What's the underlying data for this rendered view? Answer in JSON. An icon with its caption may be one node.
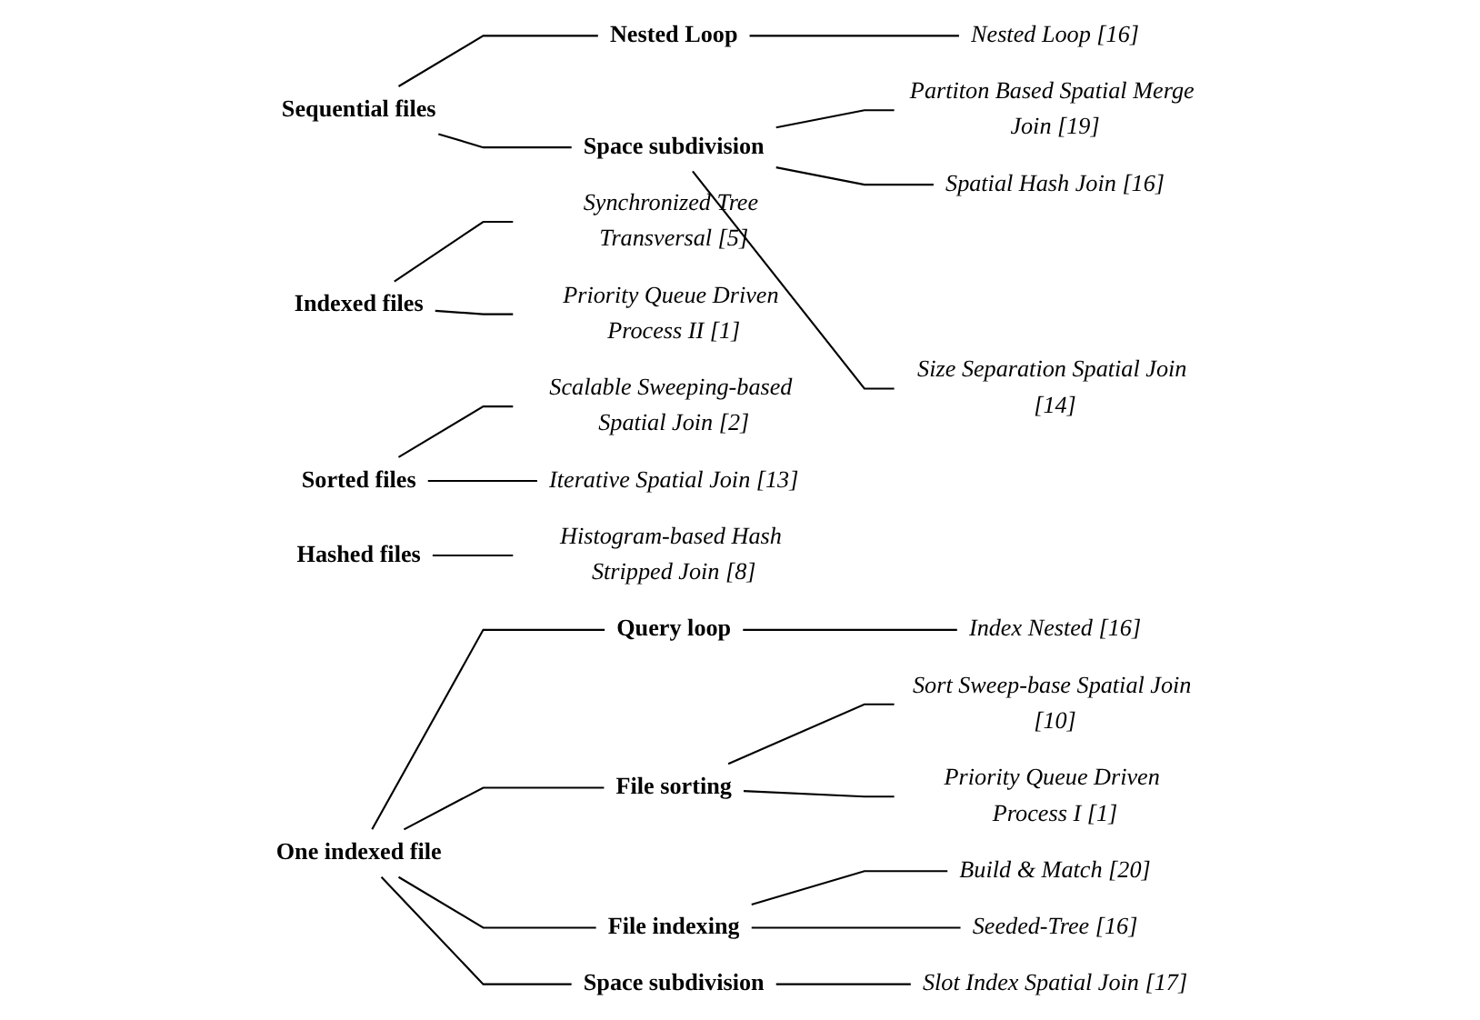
{
  "diagram": {
    "nodes": [
      {
        "text": [
          "Sequential files"
        ]
      },
      {
        "text": [
          "Nested Loop"
        ]
      },
      {
        "text": [
          "Nested Loop [16]"
        ]
      },
      {
        "text": [
          "Space subdivision"
        ]
      },
      {
        "text": [
          "Partiton Based Spatial Merge Join [19]"
        ]
      },
      {
        "text": [
          "Spatial Hash Join [16]"
        ]
      },
      {
        "text": [
          "Size Separation Spatial Join [14]"
        ]
      },
      {
        "text": [
          "Indexed files"
        ]
      },
      {
        "text": [
          "Synchronized Tree Transversal [5]"
        ]
      },
      {
        "text": [
          "Priority Queue Driven Process II [1]"
        ]
      },
      {
        "text": [
          "Sorted files"
        ]
      },
      {
        "text": [
          "Scalable Sweeping-based Spatial Join [2]"
        ]
      },
      {
        "text": [
          "Iterative Spatial Join [13]"
        ]
      },
      {
        "text": [
          "Hashed files"
        ]
      },
      {
        "text": [
          "Histogram-based Hash Stripped Join [8]"
        ]
      },
      {
        "text": [
          "One indexed file"
        ]
      },
      {
        "text": [
          "Query loop"
        ]
      },
      {
        "text": [
          "Index Nested [16]"
        ]
      },
      {
        "text": [
          "File sorting"
        ]
      },
      {
        "text": [
          "Sort Sweep-base Spatial Join [10]"
        ]
      },
      {
        "text": [
          "Priority Queue Driven Process I [1]"
        ]
      },
      {
        "text": [
          "File indexing"
        ]
      },
      {
        "text": [
          "Build & Match [20]"
        ]
      },
      {
        "text": [
          "Seeded-Tree [16]"
        ]
      },
      {
        "text": [
          "Space subdivision"
        ]
      },
      {
        "text": [
          "Slot Index Spatial Join [17]"
        ]
      }
    ],
    "edges": [
      {
        "from": 0,
        "to": 1,
        "arrow": "none"
      },
      {
        "from": 1,
        "to": 2,
        "arrow": "none"
      },
      {
        "from": 0,
        "to": 3,
        "arrow": "none"
      },
      {
        "from": 3,
        "to": 4,
        "arrow": "none"
      },
      {
        "from": 3,
        "to": 5,
        "arrow": "none"
      },
      {
        "from": 3,
        "to": 6,
        "arrow": "none"
      },
      {
        "from": 7,
        "to": 8,
        "arrow": "none"
      },
      {
        "from": 7,
        "to": 9,
        "arrow": "none"
      },
      {
        "from": 10,
        "to": 11,
        "arrow": "none"
      },
      {
        "from": 10,
        "to": 12,
        "arrow": "none"
      },
      {
        "from": 13,
        "to": 14,
        "arrow": "none"
      },
      {
        "from": 15,
        "to": 16,
        "arrow": "none"
      },
      {
        "from": 16,
        "to": 17,
        "arrow": "none"
      },
      {
        "from": 15,
        "to": 18,
        "arrow": "none"
      },
      {
        "from": 18,
        "to": 19,
        "arrow": "none"
      },
      {
        "from": 18,
        "to": 20,
        "arrow": "none"
      },
      {
        "from": 15,
        "to": 21,
        "arrow": "none"
      },
      {
        "from": 21,
        "to": 22,
        "arrow": "none"
      },
      {
        "from": 21,
        "to": 23,
        "arrow": "none"
      },
      {
        "from": 15,
        "to": 24,
        "arrow": "none"
      },
      {
        "from": 24,
        "to": 25,
        "arrow": "none"
      }
    ]
  }
}
